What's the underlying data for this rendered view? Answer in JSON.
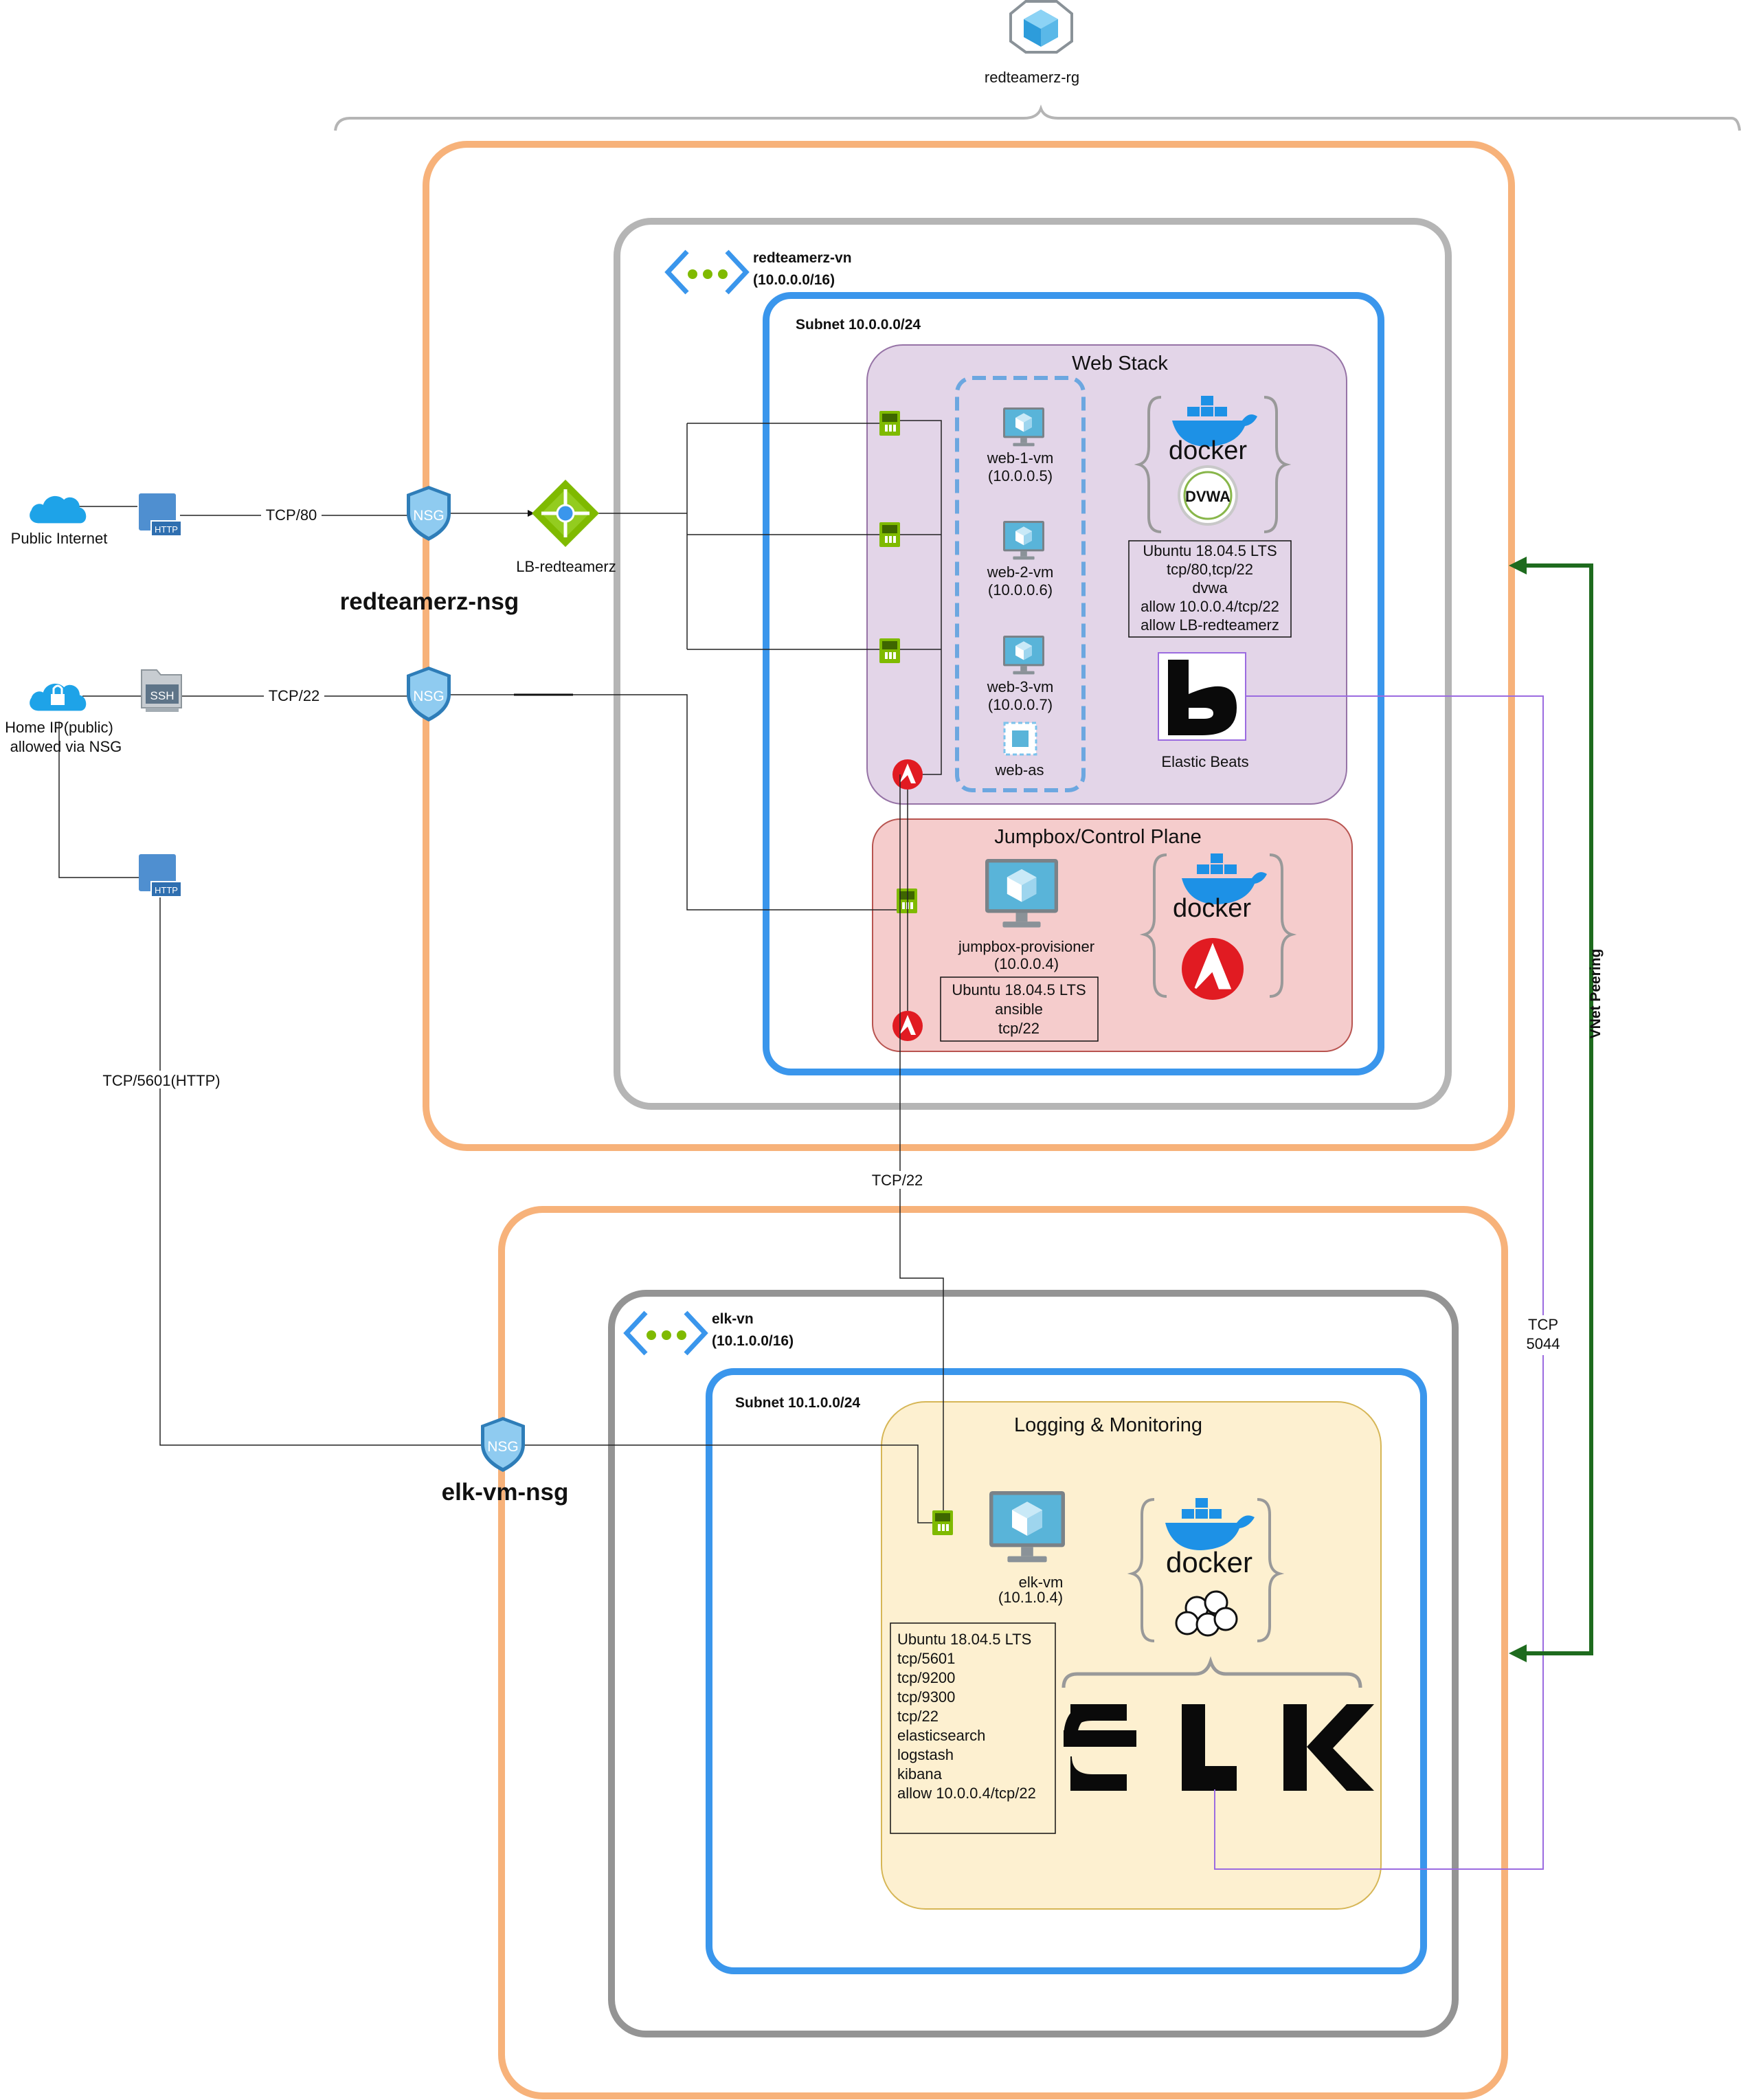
{
  "resource_group": {
    "label": "redteamerz-rg"
  },
  "internet": {
    "public_label": "Public Internet",
    "home_label_line1": "Home IP(public)",
    "home_label_line2": "allowed via NSG",
    "http_badge": "HTTP",
    "ssh_badge": "SSH"
  },
  "connections": {
    "tcp80": "TCP/80",
    "tcp22": "TCP/22",
    "tcp5601": "TCP/5601(HTTP)",
    "tcp22_ansible": "TCP/22",
    "tcp5044_line1": "TCP",
    "tcp5044_line2": "5044",
    "vnet_peering": "VNet Peering"
  },
  "nsg": {
    "badge": "NSG",
    "red_nsg_label": "redteamerz-nsg",
    "elk_nsg_label": "elk-vm-nsg"
  },
  "load_balancer": {
    "label": "LB-redteamerz"
  },
  "red_vnet": {
    "name": "redteamerz-vn",
    "cidr": "(10.0.0.0/16)",
    "subnet": "Subnet 10.0.0.0/24"
  },
  "web_stack": {
    "title": "Web Stack",
    "vms": [
      {
        "name": "web-1-vm",
        "ip": "(10.0.0.5)"
      },
      {
        "name": "web-2-vm",
        "ip": "(10.0.0.6)"
      },
      {
        "name": "web-3-vm",
        "ip": "(10.0.0.7)"
      }
    ],
    "availability_set": "web-as",
    "docker_label": "docker",
    "dvwa_label": "DVWA",
    "notes": [
      "Ubuntu 18.04.5 LTS",
      "tcp/80,tcp/22",
      "dvwa",
      "allow 10.0.0.4/tcp/22",
      "allow LB-redteamerz"
    ],
    "beats_label": "Elastic Beats"
  },
  "jumpbox": {
    "title": "Jumpbox/Control Plane",
    "vm_name": "jumpbox-provisioner",
    "vm_ip": "(10.0.0.4)",
    "notes": [
      "Ubuntu 18.04.5 LTS",
      "ansible",
      "tcp/22"
    ],
    "docker_label": "docker"
  },
  "elk_vnet": {
    "name": "elk-vn",
    "cidr": "(10.1.0.0/16)",
    "subnet": "Subnet 10.1.0.0/24"
  },
  "logging": {
    "title": "Logging & Monitoring",
    "vm_name": "elk-vm",
    "vm_ip": "(10.1.0.4)",
    "docker_label": "docker",
    "notes": [
      "Ubuntu 18.04.5 LTS",
      "tcp/5601",
      "tcp/9200",
      "tcp/9300",
      "tcp/22",
      "elasticsearch",
      "logstash",
      "kibana",
      "allow 10.0.0.4/tcp/22"
    ]
  },
  "colors": {
    "orange": "#F7B27A",
    "gray": "#B5B5B5",
    "blue": "#3A96EC",
    "web_fill": "#E3D5E8",
    "jump_fill": "#F5CCCC",
    "log_fill": "#FDF0D0",
    "peering": "#1E6B1E",
    "beats_line": "#9B6BE0",
    "azure_blue": "#59B4D9",
    "ansible_red": "#E11B22"
  }
}
